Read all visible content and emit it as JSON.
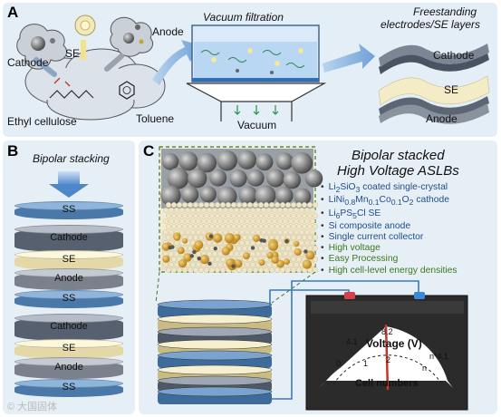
{
  "panelA": {
    "label": "A",
    "cathode": "Cathode",
    "se": "SE",
    "anode": "Anode",
    "ethyl_cellulose": "Ethyl cellulose",
    "toluene": "Toluene",
    "vacuum_filtration": "Vacuum filtration",
    "vacuum": "Vacuum",
    "freestanding_line1": "Freestanding",
    "freestanding_line2": "electrodes/SE layers",
    "layer_cathode": "Cathode",
    "layer_se": "SE",
    "layer_anode": "Anode"
  },
  "panelB": {
    "label": "B",
    "title": "Bipolar stacking",
    "stack": [
      "SS",
      "Cathode",
      "SE",
      "Anode",
      "SS",
      "Cathode",
      "SE",
      "Anode",
      "SS"
    ]
  },
  "panelC": {
    "label": "C",
    "title_line1": "Bipolar stacked",
    "title_line2": "High Voltage ASLBs",
    "bullets": [
      {
        "text": "Li2SiO3 coated single-crystal",
        "pre": "Li",
        "sub1": "2",
        "mid": "SiO",
        "sub2": "3",
        "post": " coated single-crystal",
        "color": "blue"
      },
      {
        "text": "LiNi0.8Mn0.1Co0.1O2 cathode",
        "color": "blue"
      },
      {
        "text": "Li6PS5Cl SE",
        "color": "blue"
      },
      {
        "text": "Si composite anode",
        "color": "blue"
      },
      {
        "text": "Single current collector",
        "color": "blue"
      },
      {
        "text": "High voltage",
        "color": "green"
      },
      {
        "text": "Easy Processing",
        "color": "green"
      },
      {
        "text": "High cell-level energy densities",
        "color": "green"
      }
    ],
    "gauge": {
      "title": "Voltage (V)",
      "subtitle": "Cell numbers",
      "tick_labels": [
        "0",
        "4.1",
        "8.2",
        "n*4.1"
      ],
      "cell_ticks": [
        "1",
        "2",
        "n"
      ]
    }
  },
  "watermark": "© 大国固体"
}
